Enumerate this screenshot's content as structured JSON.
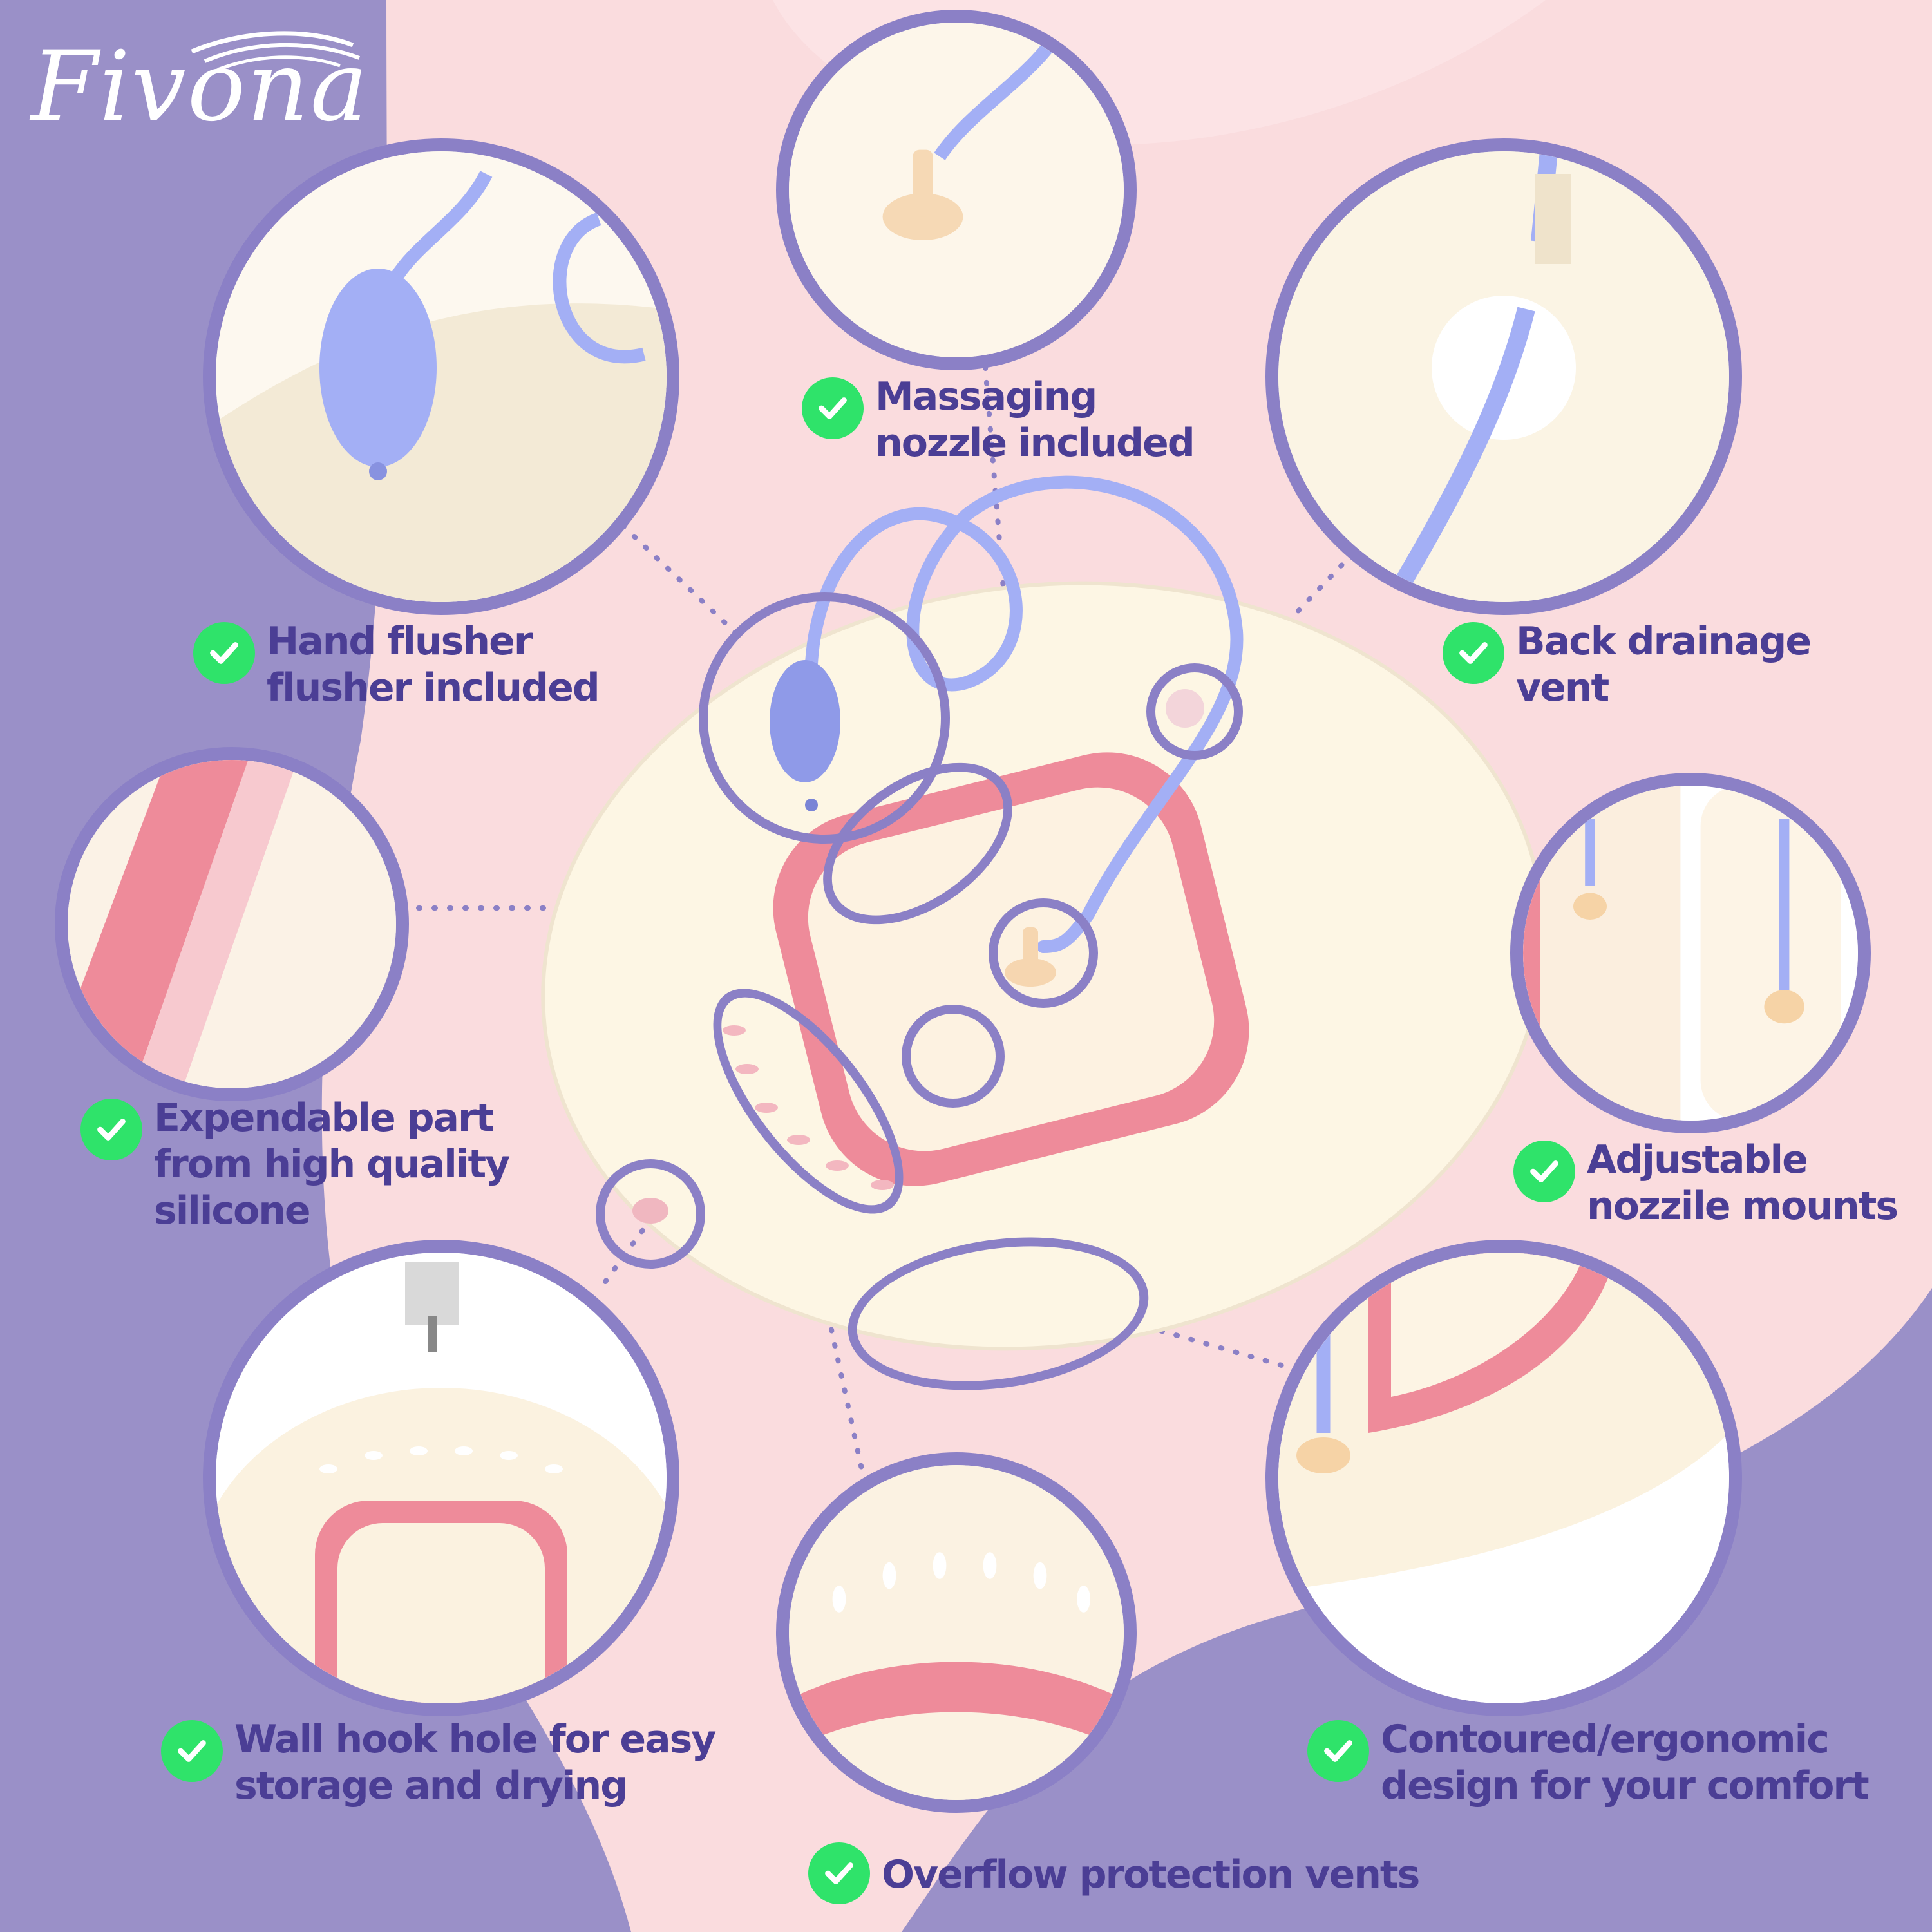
{
  "brand": {
    "logo_text": "Fivona"
  },
  "colors": {
    "purple": "#9a90c8",
    "pink": "#fadcde",
    "ring": "#8b80c6",
    "label": "#4b3e95",
    "check": "#2fe36a",
    "basin": "#fdf6e4",
    "silicone": "#ee8b9a",
    "hose": "#a3aff5"
  },
  "features": [
    {
      "id": "massaging-nozzle",
      "lines": [
        "Massaging",
        "nozzle included"
      ]
    },
    {
      "id": "hand-flusher",
      "lines": [
        "Hand flusher",
        "flusher included"
      ]
    },
    {
      "id": "back-drainage",
      "lines": [
        "Back drainage",
        "vent"
      ]
    },
    {
      "id": "expendable-part",
      "lines": [
        "Expendable part",
        "from high quality",
        "silicone"
      ]
    },
    {
      "id": "adjustable-mounts",
      "lines": [
        "Adjustable",
        "nozzile mounts"
      ]
    },
    {
      "id": "wall-hook",
      "lines": [
        "Wall hook hole for easy",
        "storage and drying"
      ]
    },
    {
      "id": "contoured-design",
      "lines": [
        "Contoured/ergonomic",
        "design for your comfort"
      ]
    },
    {
      "id": "overflow-vents",
      "lines": [
        "Overflow protection vents"
      ]
    }
  ],
  "icons": {
    "check": "check-circle-icon",
    "bulb": "flusher-bulb-icon",
    "hook": "wall-hook-icon"
  }
}
